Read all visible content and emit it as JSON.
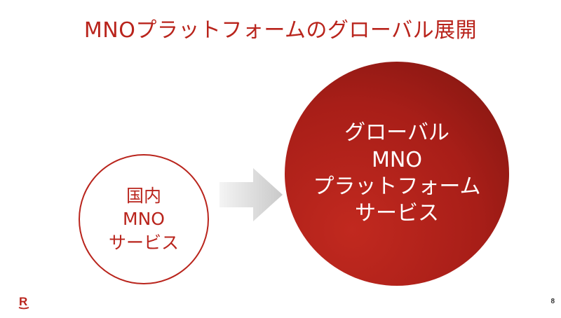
{
  "slide": {
    "title": "MNOプラットフォームのグローバル展開",
    "page_number": "8",
    "logo_letter": "R"
  },
  "domestic": {
    "lines": [
      "国内",
      "MNO",
      "サービス"
    ]
  },
  "global": {
    "lines": [
      "グローバル",
      "MNO",
      "プラットフォーム",
      "サービス"
    ]
  },
  "colors": {
    "brand_red": "#b9241c",
    "global_circle_dark": "#7c1510",
    "arrow_gray": "#cfcfcf",
    "background": "#ffffff"
  },
  "icons": {
    "arrow": "arrow-right-icon",
    "logo": "rakuten-logo-icon"
  }
}
